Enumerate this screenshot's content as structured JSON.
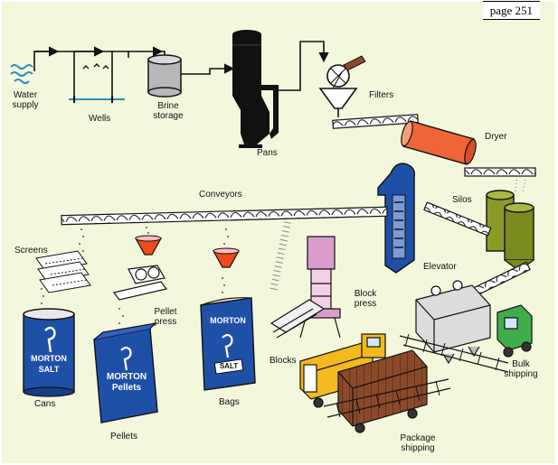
{
  "page_number": "page 251",
  "labels": {
    "water_supply": "Water supply",
    "wells": "Wells",
    "brine_storage": "Brine storage",
    "pans": "Pans",
    "filters": "Filters",
    "dryer": "Dryer",
    "silos": "Silos",
    "conveyors": "Conveyors",
    "screens": "Screens",
    "pellet_press": "Pellet press",
    "block_press": "Block press",
    "elevator": "Elevator",
    "blocks": "Blocks",
    "cans": "Cans",
    "pellets": "Pellets",
    "bags": "Bags",
    "bulk_shipping": "Bulk shipping",
    "package_shipping": "Package shipping"
  },
  "product_text": {
    "can_brand": "MORTON",
    "can_salt": "SALT",
    "pellets_brand": "MORTON",
    "pellets_name": "Pellets",
    "bag_brand": "MORTON",
    "bag_salt": "SALT"
  },
  "colors": {
    "background": "#f3f7dc",
    "brand_blue": "#1f50a8",
    "dryer_orange": "#f0643a",
    "silo_green": "#8c9a2a",
    "truck_yellow": "#f4b91e",
    "boxcar_brown": "#8a4a2a",
    "press_pink": "#d99ccc",
    "bulk_truck_green": "#3fae49",
    "funnel_orange": "#f04a1a"
  }
}
